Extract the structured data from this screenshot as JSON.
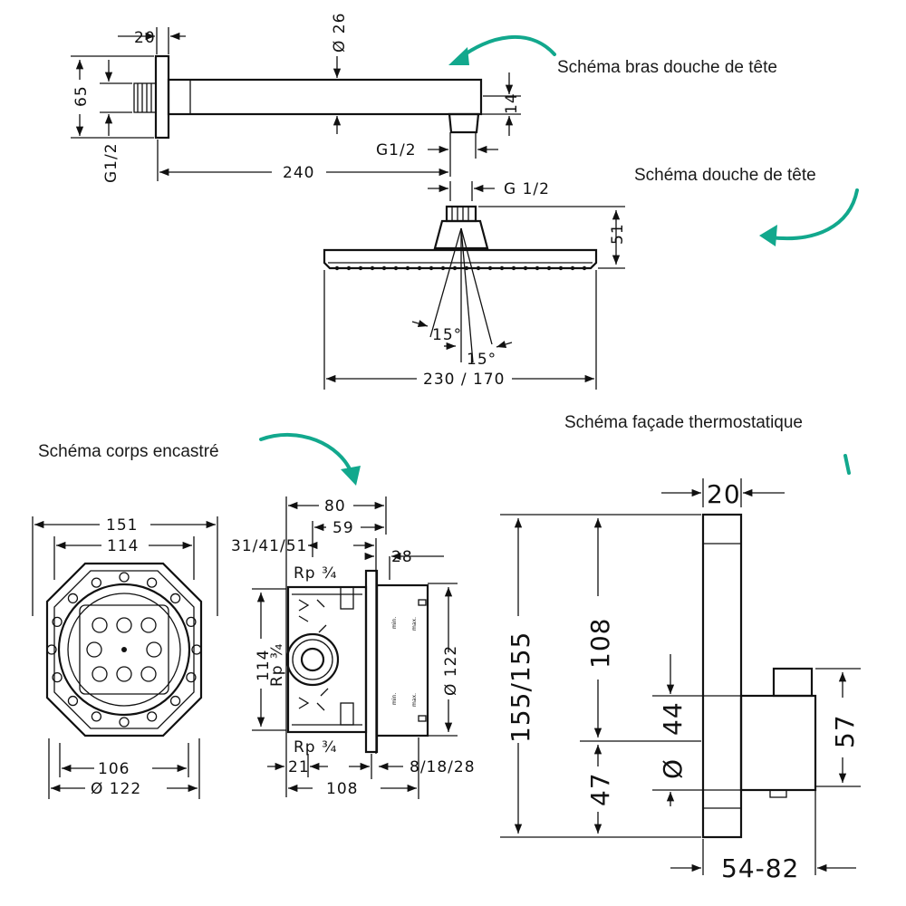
{
  "captions": {
    "arm": "Schéma bras douche de tête",
    "head": "Schéma douche de tête",
    "body": "Schéma corps encastré",
    "facade": "Schéma façade thermostatique"
  },
  "arm": {
    "d20": "20",
    "d65": "65",
    "dia26": "Ø 26",
    "d14": "14",
    "g12_left": "G1/2",
    "g12_right": "G1/2",
    "d240": "240"
  },
  "head": {
    "g12": "G 1/2",
    "d51": "51",
    "angle1": "15°",
    "angle2": "15°",
    "width": "230 / 170"
  },
  "body_front": {
    "d151": "151",
    "d114": "114",
    "d106": "106",
    "dia122": "Ø 122"
  },
  "body_side": {
    "d80": "80",
    "d59": "59",
    "d314151": "31/41/51",
    "d28": "28",
    "rp_top": "Rp ¾",
    "rp_bottom": "Rp ¾",
    "d114": "114",
    "dia122": "Ø 122",
    "d21": "21",
    "d108": "108",
    "d81828": "8/18/28",
    "min_label": "min.",
    "max_label": "max."
  },
  "facade": {
    "d20": "20",
    "d155": "155/155",
    "d108": "108",
    "d44": "44",
    "d47": "47",
    "dia": "Ø",
    "d57": "57",
    "d5482": "54-82"
  },
  "colors": {
    "accent": "#12a88d",
    "line": "#111111"
  }
}
